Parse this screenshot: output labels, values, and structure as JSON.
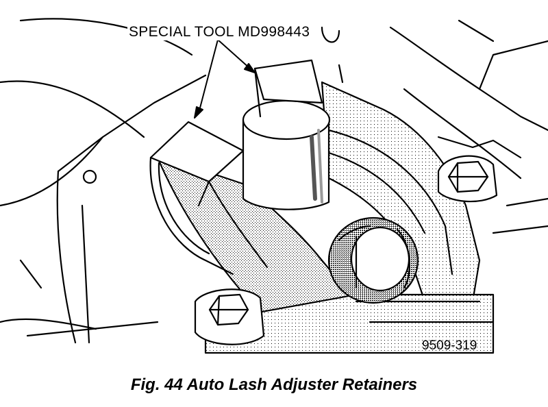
{
  "figure": {
    "callout_label": "SPECIAL TOOL MD998443",
    "figure_number": "9509-319",
    "caption": "Fig. 44 Auto Lash Adjuster Retainers"
  }
}
